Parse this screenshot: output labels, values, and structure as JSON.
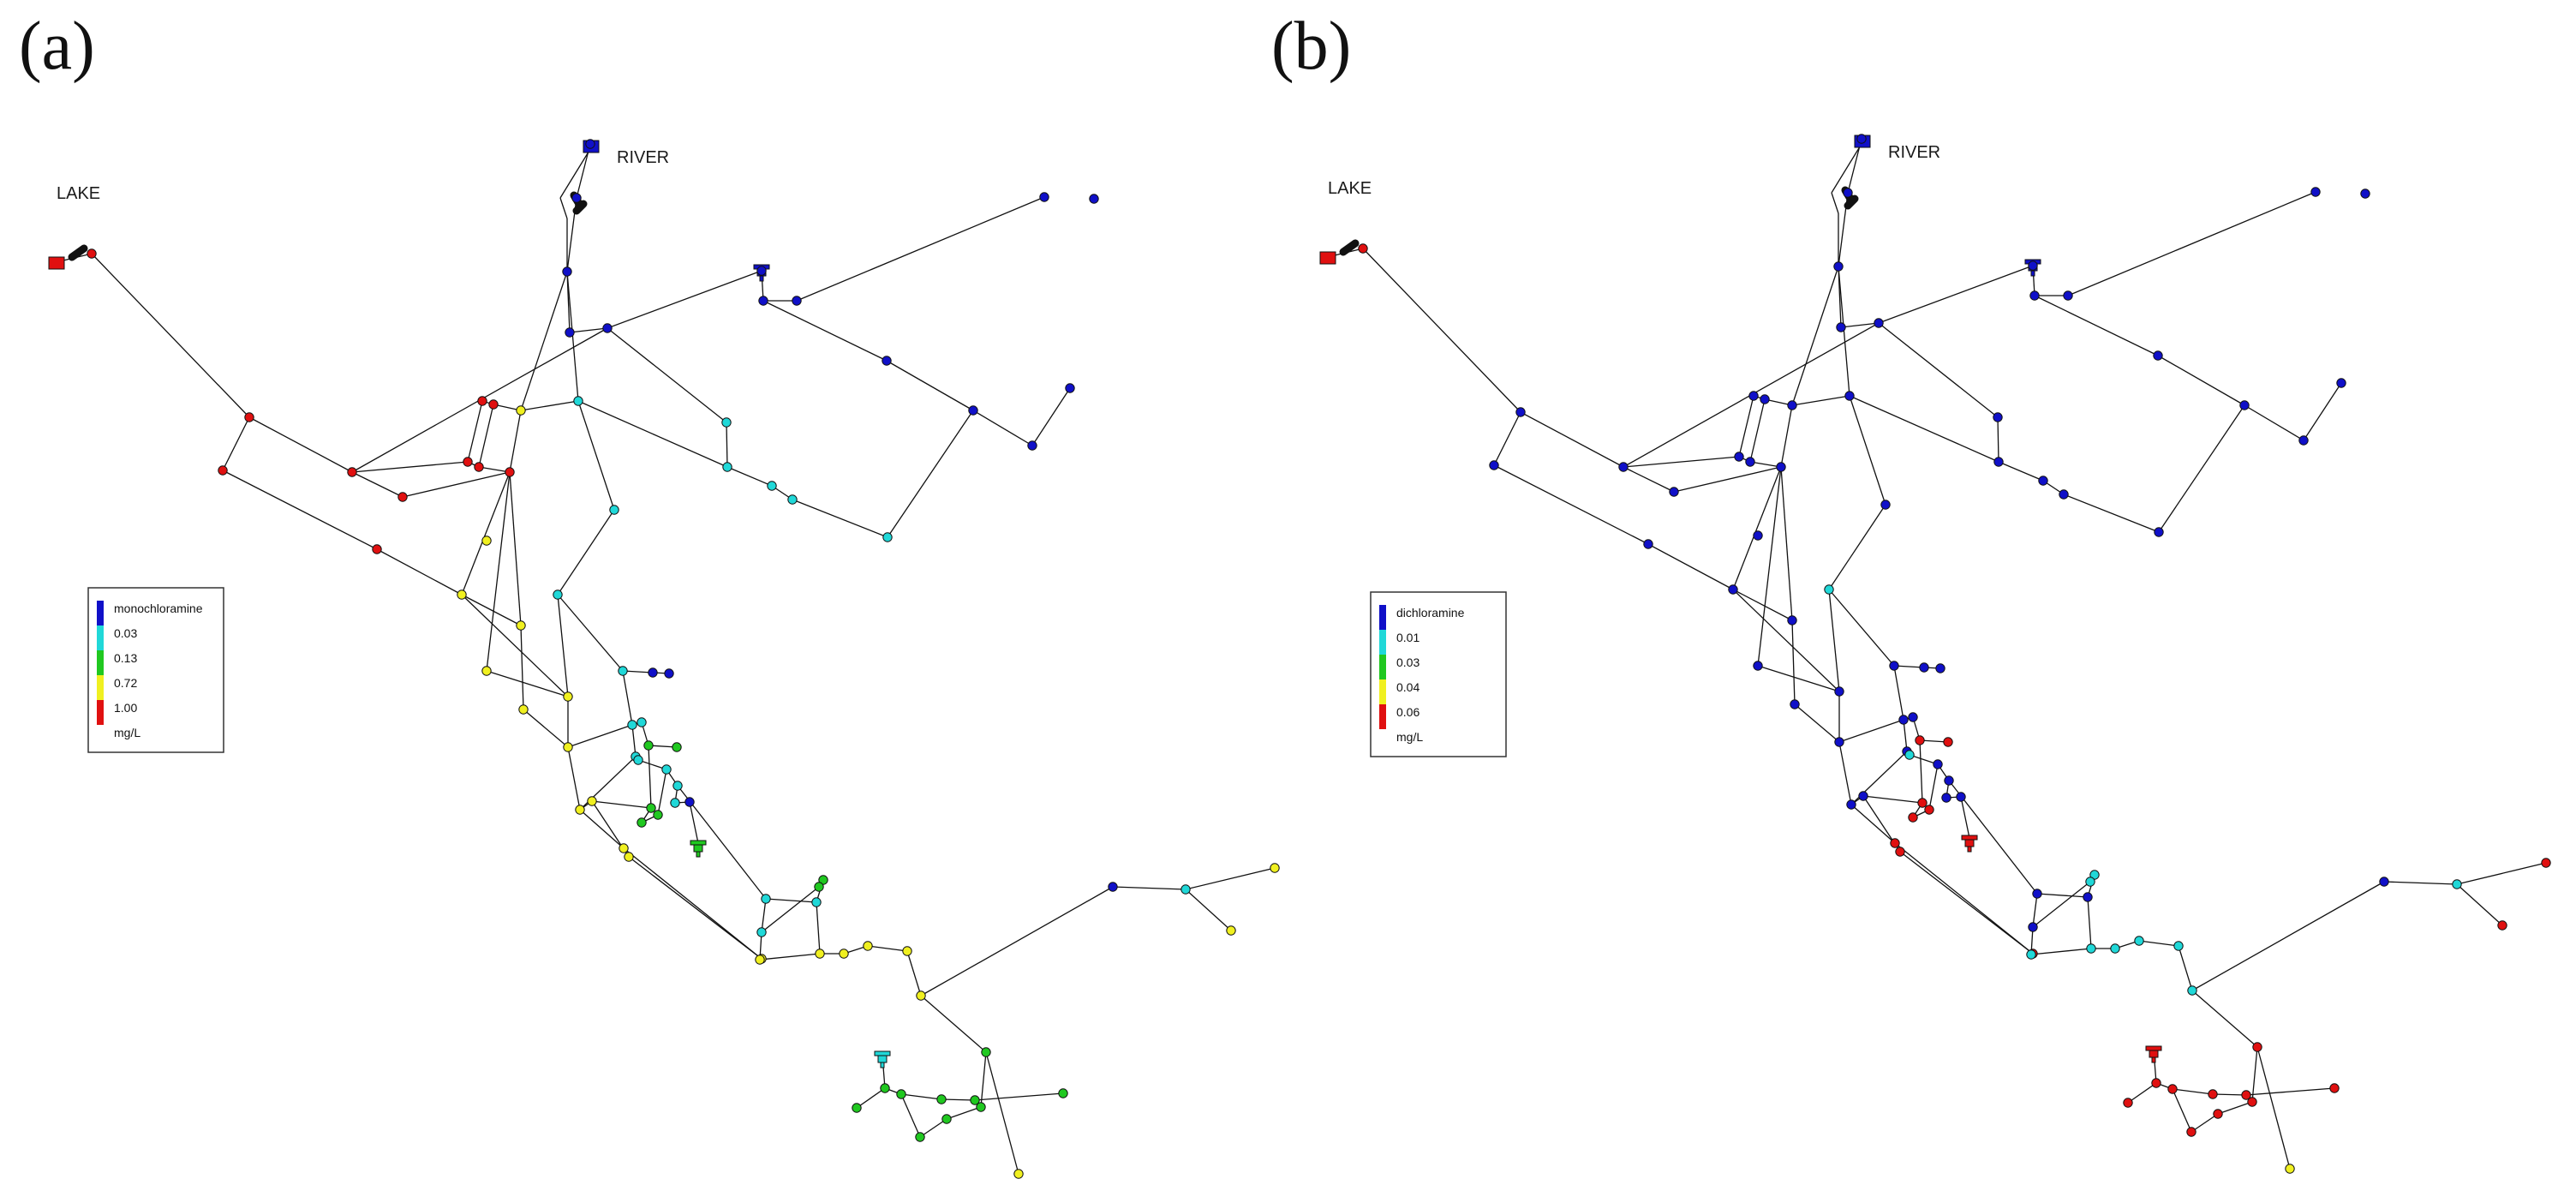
{
  "panels": [
    {
      "label": "(a)",
      "places": {
        "lake": "LAKE",
        "river": "RIVER"
      },
      "legend": {
        "title": "monochloramine",
        "values": [
          "0.03",
          "0.13",
          "0.72",
          "1.00"
        ],
        "unit": "mg/L",
        "colors": [
          "#1010c8",
          "#20d8d8",
          "#20c820",
          "#f0f020",
          "#e01010"
        ]
      },
      "colors": {
        "lake": "e",
        "river": "b",
        "tank1": "b",
        "tank2": "g",
        "tank3": "c"
      },
      "nodes": {
        "n1": "e",
        "n2": "e",
        "n3": "e",
        "n4": "e",
        "n5": "e",
        "n6": "e",
        "n7": "e",
        "n8": "e",
        "n9": "e",
        "n10": "e",
        "n11": "y",
        "n12": "e",
        "n13": "y",
        "n14": "y",
        "n15": "y",
        "n16": "y",
        "n17": "y",
        "n18": "y",
        "n19": "y",
        "n20": "y",
        "n21": "y",
        "n22": "y",
        "n23": "y",
        "n24": "y",
        "n25": "b",
        "n26": "b",
        "n27": "b",
        "n28": "b",
        "n29": "b",
        "n30": "c",
        "n31": "c",
        "n32": "c",
        "n33": "c",
        "n34": "c",
        "n35": "b",
        "n36": "b",
        "n37": "b",
        "n38": "b",
        "n39": "b",
        "n40": "b",
        "n41": "b",
        "n42": "c",
        "n43": "c",
        "n44": "c",
        "n45": "c",
        "n46": "c",
        "n47": "b",
        "n48": "b",
        "n49": "b",
        "n50": "c",
        "n51": "c",
        "n52": "c",
        "n53": "g",
        "n54": "g",
        "n55": "g",
        "n56": "g",
        "n57": "g",
        "n58": "c",
        "n59": "c",
        "n60": "c",
        "n61": "c",
        "n62": "c",
        "n63": "c",
        "n64": "g",
        "n65": "g",
        "n66": "y",
        "n67": "y",
        "n68": "y",
        "n69": "y",
        "n70": "y",
        "n71": "y",
        "n72": "g",
        "n73": "g",
        "n74": "g",
        "n75": "g",
        "n76": "g",
        "n77": "g",
        "n78": "g",
        "n79": "g",
        "n80": "g",
        "n81": "g",
        "n82": "y",
        "n83": "b",
        "n84": "c",
        "n85": "y",
        "n86": "y",
        "n87": "b",
        "n88": "b"
      }
    },
    {
      "label": "(b)",
      "places": {
        "lake": "LAKE",
        "river": "RIVER"
      },
      "legend": {
        "title": "dichloramine",
        "values": [
          "0.01",
          "0.03",
          "0.04",
          "0.06"
        ],
        "unit": "mg/L",
        "colors": [
          "#1010c8",
          "#20d8d8",
          "#20c820",
          "#f0f020",
          "#e01010"
        ]
      },
      "colors": {
        "lake": "e",
        "river": "b",
        "tank1": "b",
        "tank2": "e",
        "tank3": "e"
      },
      "nodes": {
        "n1": "e",
        "n2": "b",
        "n3": "b",
        "n4": "b",
        "n5": "b",
        "n6": "b",
        "n7": "b",
        "n8": "b",
        "n9": "b",
        "n10": "b",
        "n11": "b",
        "n12": "b",
        "n13": "b",
        "n14": "b",
        "n15": "b",
        "n16": "b",
        "n17": "b",
        "n18": "b",
        "n19": "b",
        "n20": "b",
        "n21": "b",
        "n22": "e",
        "n23": "e",
        "n24": "e",
        "n25": "b",
        "n26": "b",
        "n27": "b",
        "n28": "b",
        "n29": "b",
        "n30": "b",
        "n31": "b",
        "n32": "c",
        "n33": "b",
        "n34": "b",
        "n35": "b",
        "n36": "b",
        "n37": "b",
        "n38": "b",
        "n39": "b",
        "n40": "b",
        "n41": "b",
        "n42": "b",
        "n43": "b",
        "n44": "b",
        "n45": "b",
        "n46": "b",
        "n47": "b",
        "n48": "b",
        "n49": "b",
        "n50": "b",
        "n51": "b",
        "n52": "c",
        "n53": "e",
        "n54": "e",
        "n55": "e",
        "n56": "e",
        "n57": "e",
        "n58": "b",
        "n59": "b",
        "n60": "b",
        "n61": "b",
        "n62": "b",
        "n63": "b",
        "n64": "c",
        "n65": "c",
        "n66": "c",
        "n67": "c",
        "n68": "c",
        "n69": "c",
        "n70": "c",
        "n71": "c",
        "n72": "e",
        "n73": "e",
        "n74": "e",
        "n75": "e",
        "n76": "e",
        "n77": "e",
        "n78": "e",
        "n79": "e",
        "n80": "e",
        "n81": "e",
        "n82": "y",
        "n83": "b",
        "n84": "c",
        "n85": "e",
        "n86": "e",
        "n87": "b",
        "n88": "b"
      }
    }
  ]
}
